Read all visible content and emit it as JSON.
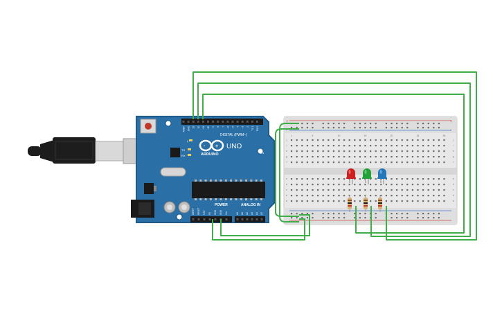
{
  "arduino": {
    "brand": "ARDUINO",
    "model": "UNO",
    "digital_header_label": "DIGITAL (PWM~)",
    "power_label": "POWER",
    "analog_label": "ANALOG IN",
    "on_label": "ON",
    "tx_label": "TX",
    "rx_label": "RX",
    "l_label": "L",
    "digital_pins": [
      "AREF",
      "GND",
      "13",
      "12",
      "~11",
      "~10",
      "~9",
      "8",
      "7",
      "~6",
      "~5",
      "4",
      "~3",
      "2",
      "TX 1",
      "RX 0"
    ],
    "power_pins": [
      "IOREF",
      "RESET",
      "3.3V",
      "5V",
      "GND",
      "GND",
      "Vin"
    ],
    "analog_pins": [
      "A0",
      "A1",
      "A2",
      "A3",
      "A4",
      "A5"
    ],
    "colors": {
      "board": "#2a6fa6",
      "board_edge": "#1f5a88"
    }
  },
  "breadboard": {
    "rail_plus": "+",
    "rail_minus": "-",
    "top_row_letters": [
      "j",
      "i",
      "h",
      "g",
      "f"
    ],
    "bottom_row_letters": [
      "e",
      "d",
      "c",
      "b",
      "a"
    ],
    "column_numbers": [
      "1",
      "5",
      "10",
      "15",
      "20",
      "25",
      "30"
    ]
  },
  "leds": [
    {
      "name": "red",
      "color": "#d01f1f"
    },
    {
      "name": "green",
      "color": "#23a23a"
    },
    {
      "name": "blue",
      "color": "#2277bb"
    }
  ],
  "wire_color": "#3fae49",
  "usb_cable_color": "#1d1d1d"
}
